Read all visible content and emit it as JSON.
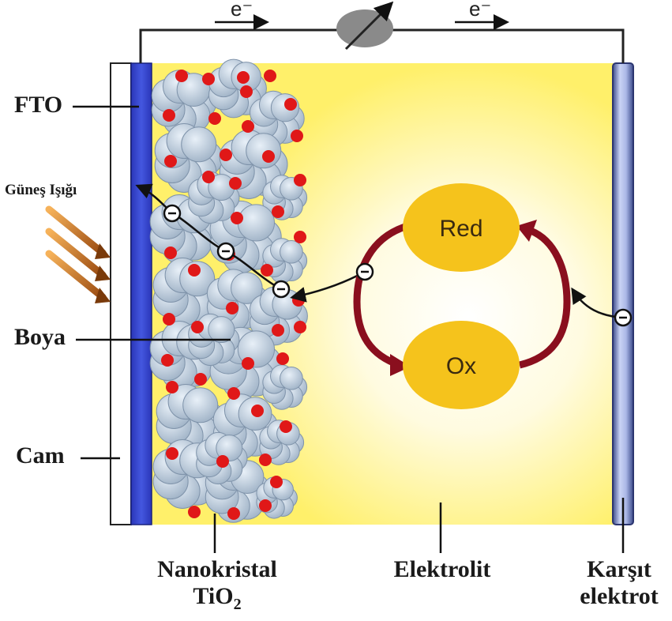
{
  "labels": {
    "fto": "FTO",
    "sunlight": "Güneş Işığı",
    "dye": "Boya",
    "glass": "Cam",
    "tio2_line1": "Nanokristal",
    "tio2_line2": "TiO",
    "tio2_sub": "2",
    "electrolyte": "Elektrolit",
    "counter_line1": "Karşıt",
    "counter_line2": "elektrot"
  },
  "redox": {
    "red": "Red",
    "ox": "Ox"
  },
  "electron_label": "e⁻",
  "colors": {
    "electrolyte": "#fff27a",
    "fto": "#3344cc",
    "dye_particle": "#e01818",
    "tio2": "#aebfd0",
    "arrow_dark_red": "#8a0f1e",
    "oval": "#f5c31c"
  }
}
